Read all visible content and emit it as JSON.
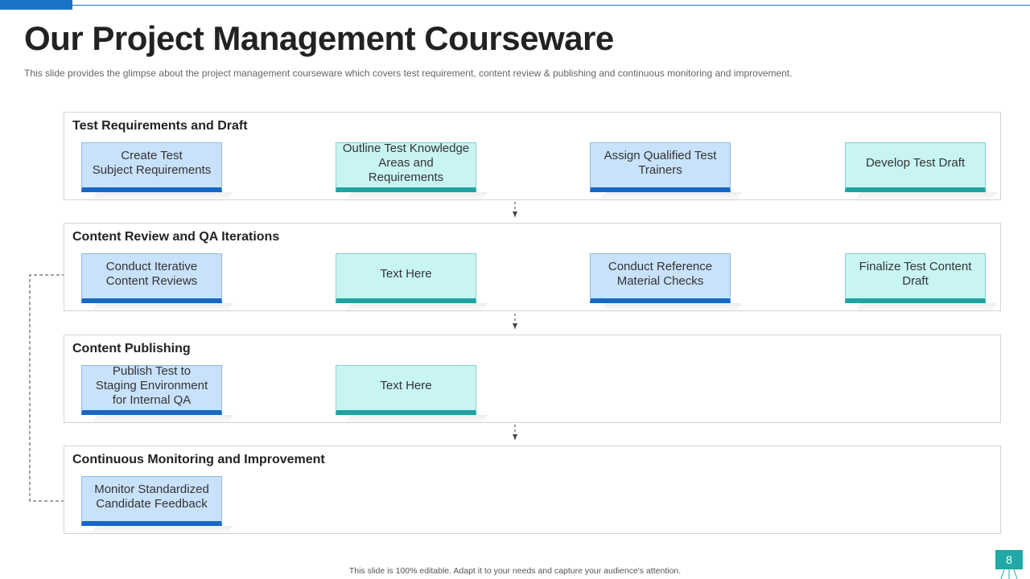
{
  "header": {
    "title": "Our Project Management Courseware",
    "subtitle": "This slide provides  the glimpse about the project management  courseware  which covers test requirement,  content review  & publishing and continuous monitoring and improvement."
  },
  "sections": [
    {
      "title": "Test Requirements and Draft",
      "steps": [
        {
          "label": "Create Test\nSubject Requirements",
          "style": "blue"
        },
        {
          "label": "Outline Test Knowledge\nAreas and Requirements",
          "style": "teal"
        },
        {
          "label": "Assign Qualified Test\nTrainers",
          "style": "blue"
        },
        {
          "label": "Develop Test Draft",
          "style": "teal"
        }
      ]
    },
    {
      "title": "Content Review and QA Iterations",
      "steps": [
        {
          "label": "Conduct Iterative\nContent Reviews",
          "style": "blue"
        },
        {
          "label": "Text Here",
          "style": "teal"
        },
        {
          "label": "Conduct Reference\nMaterial Checks",
          "style": "blue"
        },
        {
          "label": "Finalize Test Content\nDraft",
          "style": "teal"
        }
      ]
    },
    {
      "title": "Content Publishing",
      "steps": [
        {
          "label": "Publish Test to\nStaging Environment\nfor Internal QA",
          "style": "blue"
        },
        {
          "label": "Text Here",
          "style": "teal"
        }
      ]
    },
    {
      "title": "Continuous Monitoring and Improvement",
      "steps": [
        {
          "label": "Monitor Standardized\nCandidate Feedback",
          "style": "blue"
        }
      ]
    }
  ],
  "footer": {
    "note": "This slide is 100% editable.  Adapt it to your needs and capture your audience's attention.",
    "page_number": "8"
  },
  "colors": {
    "accent_blue": "#1767c4",
    "accent_teal": "#1fa3a1",
    "box_blue_fill": "#c9e2fb",
    "box_teal_fill": "#c9f4f4",
    "arrow": "#1a73c8"
  }
}
